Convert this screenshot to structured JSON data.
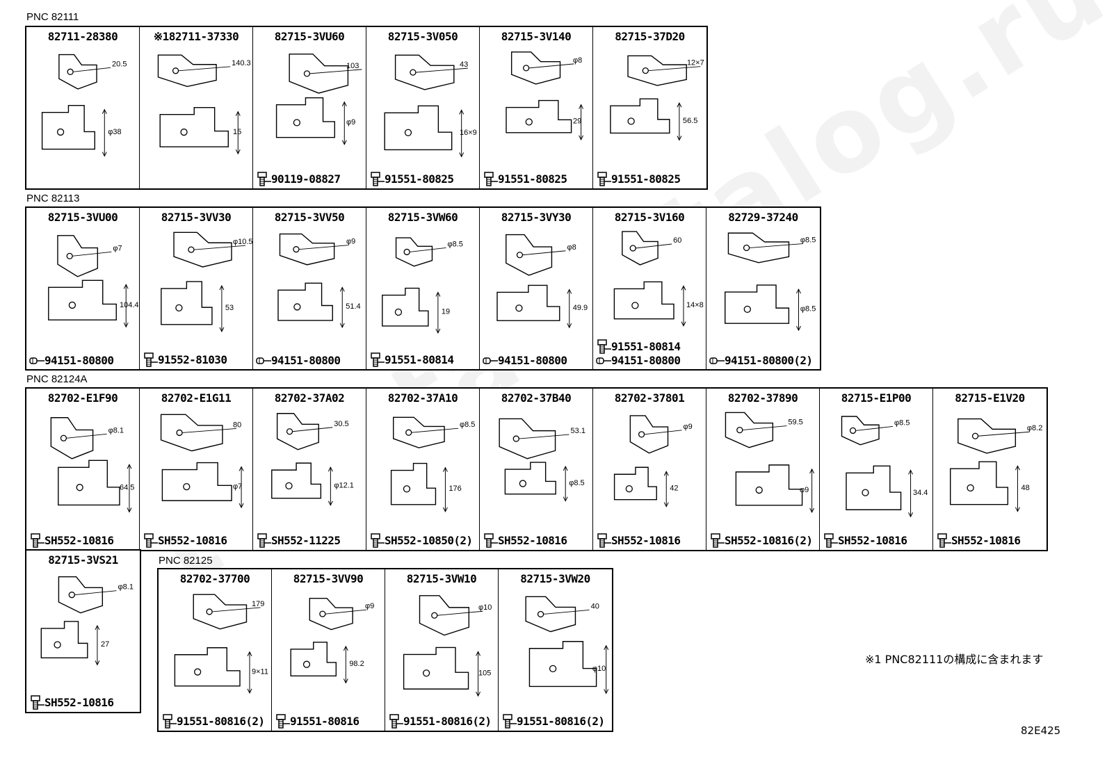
{
  "watermark": "toyota-catalog.ru",
  "groups": [
    {
      "label": "PNC 82111",
      "cells": [
        {
          "part": "82711-28380",
          "art": "clamp-tape",
          "dims": [
            "20.5",
            "φ38"
          ],
          "fasteners": []
        },
        {
          "part": "※182711-37330",
          "art": "cable-tie",
          "dims": [
            "140.3",
            "15"
          ],
          "fasteners": []
        },
        {
          "part": "82715-3VU60",
          "art": "bracket-a",
          "dims": [
            "103",
            "φ9"
          ],
          "fasteners": [
            {
              "kind": "bolt",
              "code": "90119-08827"
            }
          ]
        },
        {
          "part": "82715-3V050",
          "art": "bracket-b",
          "dims": [
            "43",
            "16×9"
          ],
          "fasteners": [
            {
              "kind": "bolt",
              "code": "91551-80825"
            }
          ]
        },
        {
          "part": "82715-3V140",
          "art": "bracket-c",
          "dims": [
            "φ8",
            "29"
          ],
          "fasteners": [
            {
              "kind": "bolt",
              "code": "91551-80825"
            }
          ]
        },
        {
          "part": "82715-37D20",
          "art": "bracket-d",
          "dims": [
            "12×7",
            "56.5"
          ],
          "fasteners": [
            {
              "kind": "bolt",
              "code": "91551-80825"
            }
          ]
        }
      ]
    },
    {
      "label": "PNC 82113",
      "cells": [
        {
          "part": "82715-3VU00",
          "art": "bracket-e",
          "dims": [
            "φ7",
            "104.4"
          ],
          "fasteners": [
            {
              "kind": "nut",
              "code": "94151-80800"
            }
          ]
        },
        {
          "part": "82715-3VV30",
          "art": "bracket-f",
          "dims": [
            "φ10.5",
            "53"
          ],
          "fasteners": [
            {
              "kind": "bolt",
              "code": "91552-81030"
            }
          ]
        },
        {
          "part": "82715-3VV50",
          "art": "bracket-g",
          "dims": [
            "φ9",
            "51.4"
          ],
          "fasteners": [
            {
              "kind": "nut",
              "code": "94151-80800"
            }
          ]
        },
        {
          "part": "82715-3VW60",
          "art": "bracket-h",
          "dims": [
            "φ8.5",
            "19"
          ],
          "fasteners": [
            {
              "kind": "bolt",
              "code": "91551-80814"
            }
          ]
        },
        {
          "part": "82715-3VY30",
          "art": "bracket-i",
          "dims": [
            "φ8",
            "49.9"
          ],
          "fasteners": [
            {
              "kind": "nut",
              "code": "94151-80800"
            }
          ]
        },
        {
          "part": "82715-3V160",
          "art": "bracket-j",
          "dims": [
            "60",
            "14×8"
          ],
          "fasteners": [
            {
              "kind": "bolt",
              "code": "91551-80814"
            },
            {
              "kind": "nut",
              "code": "94151-80800"
            }
          ]
        },
        {
          "part": "82729-37240",
          "art": "bracket-k",
          "dims": [
            "φ8.5",
            "φ8.5"
          ],
          "fasteners": [
            {
              "kind": "nut",
              "code": "94151-80800(2)"
            }
          ]
        }
      ]
    },
    {
      "label": "PNC 82124A",
      "cells": [
        {
          "part": "82702-E1F90",
          "art": "bracket-l",
          "dims": [
            "φ8.1",
            "64.5"
          ],
          "fasteners": [
            {
              "kind": "bolt",
              "code": "SH552-10816"
            }
          ]
        },
        {
          "part": "82702-E1G11",
          "art": "bracket-m",
          "dims": [
            "80",
            "φ7"
          ],
          "fasteners": [
            {
              "kind": "bolt",
              "code": "SH552-10816"
            }
          ]
        },
        {
          "part": "82702-37A02",
          "art": "bracket-n",
          "dims": [
            "30.5",
            "φ12.1"
          ],
          "fasteners": [
            {
              "kind": "bolt",
              "code": "SH552-11225"
            }
          ]
        },
        {
          "part": "82702-37A10",
          "art": "bracket-o",
          "dims": [
            "φ8.5",
            "176"
          ],
          "fasteners": [
            {
              "kind": "bolt",
              "code": "SH552-10850(2)"
            }
          ]
        },
        {
          "part": "82702-37B40",
          "art": "bracket-p",
          "dims": [
            "53.1",
            "φ8.5"
          ],
          "fasteners": [
            {
              "kind": "bolt",
              "code": "SH552-10816"
            }
          ]
        },
        {
          "part": "82702-37801",
          "art": "bracket-q",
          "dims": [
            "φ9",
            "42"
          ],
          "fasteners": [
            {
              "kind": "bolt",
              "code": "SH552-10816"
            }
          ]
        },
        {
          "part": "82702-37890",
          "art": "bracket-r",
          "dims": [
            "59.5",
            "φ9"
          ],
          "fasteners": [
            {
              "kind": "bolt",
              "code": "SH552-10816(2)"
            }
          ]
        },
        {
          "part": "82715-E1P00",
          "art": "bracket-s",
          "dims": [
            "φ8.5",
            "34.4"
          ],
          "fasteners": [
            {
              "kind": "bolt",
              "code": "SH552-10816"
            }
          ]
        },
        {
          "part": "82715-E1V20",
          "art": "bracket-t",
          "dims": [
            "φ8.2",
            "48"
          ],
          "fasteners": [
            {
              "kind": "bolt",
              "code": "SH552-10816"
            }
          ]
        }
      ]
    },
    {
      "label": "",
      "cells": [
        {
          "part": "82715-3VS21",
          "art": "bracket-u",
          "dims": [
            "φ8.1",
            "27"
          ],
          "fasteners": [
            {
              "kind": "bolt",
              "code": "SH552-10816"
            }
          ]
        }
      ]
    },
    {
      "label": "PNC 82125",
      "cells": [
        {
          "part": "82702-37700",
          "art": "bracket-v",
          "dims": [
            "179",
            "9×11"
          ],
          "fasteners": [
            {
              "kind": "bolt",
              "code": "91551-80816(2)"
            }
          ]
        },
        {
          "part": "82715-3VV90",
          "art": "bracket-w",
          "dims": [
            "φ9",
            "98.2"
          ],
          "fasteners": [
            {
              "kind": "bolt",
              "code": "91551-80816"
            }
          ]
        },
        {
          "part": "82715-3VW10",
          "art": "bracket-x",
          "dims": [
            "φ10",
            "105"
          ],
          "fasteners": [
            {
              "kind": "bolt",
              "code": "91551-80816(2)"
            }
          ]
        },
        {
          "part": "82715-3VW20",
          "art": "bracket-y",
          "dims": [
            "40",
            "φ10"
          ],
          "fasteners": [
            {
              "kind": "bolt",
              "code": "91551-80816(2)"
            }
          ]
        }
      ]
    }
  ],
  "footnote": "※1 PNC82111の構成に含まれます",
  "diagram_code": "82E425"
}
